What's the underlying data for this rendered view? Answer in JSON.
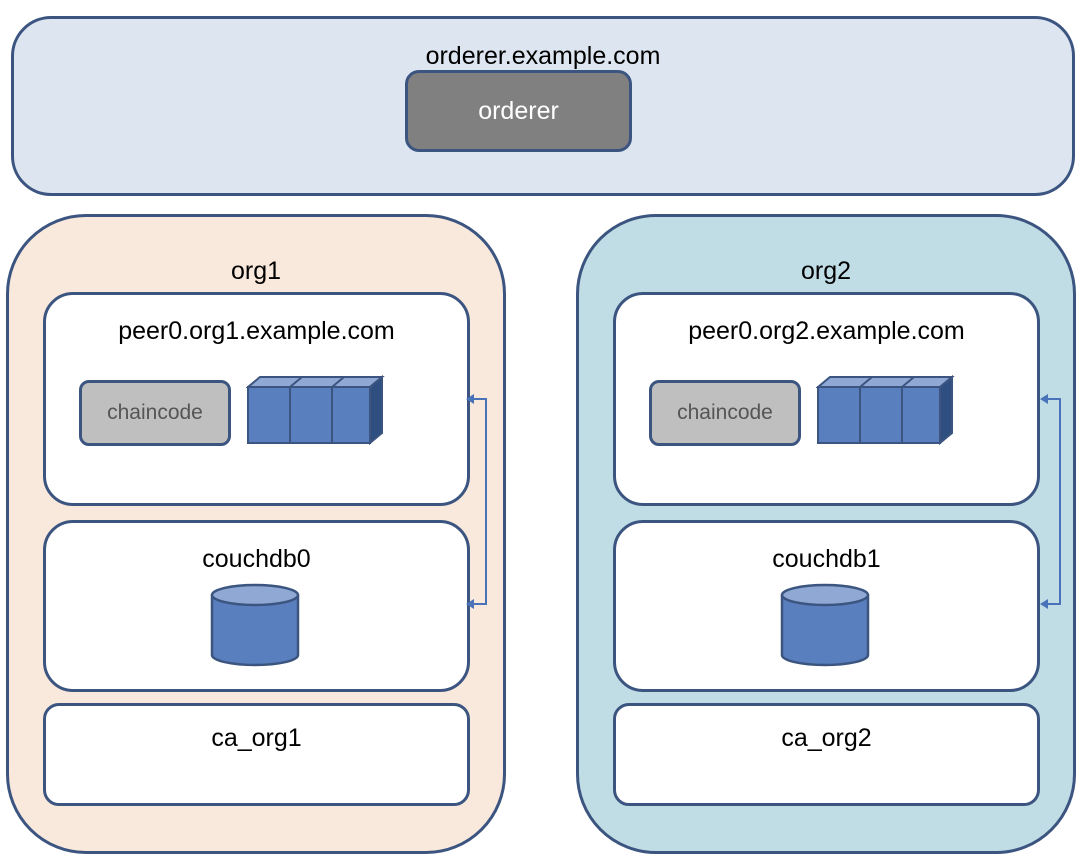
{
  "orderer_group": {
    "title": "orderer.example.com",
    "node": "orderer"
  },
  "orgs": [
    {
      "title": "org1",
      "peer": "peer0.org1.example.com",
      "chaincode": "chaincode",
      "db": "couchdb0",
      "ca": "ca_org1"
    },
    {
      "title": "org2",
      "peer": "peer0.org2.example.com",
      "chaincode": "chaincode",
      "db": "couchdb1",
      "ca": "ca_org2"
    }
  ],
  "colors": {
    "border": "#3b5580",
    "orderer_bg": "#dde5f0",
    "orderer_node": "#808080",
    "org1_bg": "#f9e8dc",
    "org2_bg": "#c0dde6",
    "chaincode_bg": "#bfbfbf",
    "storage_fill": "#5a7fbe",
    "arrow": "#4a72b8"
  },
  "icons": {
    "ledger": "ledger-blocks-icon",
    "database": "database-cylinder-icon",
    "link": "bidirectional-arrow-icon"
  }
}
